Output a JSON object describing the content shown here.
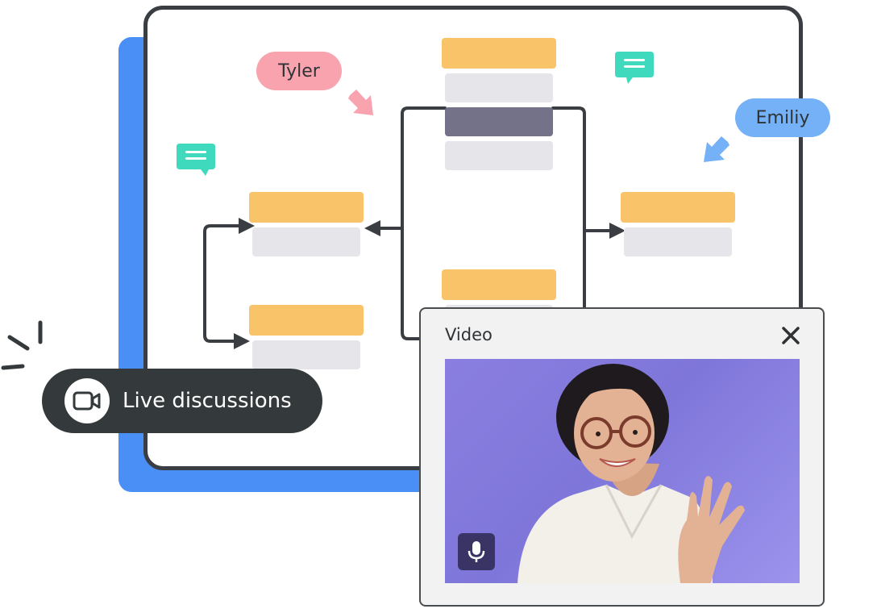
{
  "colors": {
    "blue": "#4a8ff5",
    "yellow": "#f9c369",
    "gray": "#e6e5ea",
    "dark_row": "#737289",
    "pink": "#f8a3ae",
    "light_blue": "#74b1f7",
    "teal": "#3fd9bd",
    "outline": "#3a3e42"
  },
  "board": {
    "cursors": [
      {
        "name": "Tyler"
      },
      {
        "name": "Emiliy"
      }
    ]
  },
  "badge": {
    "label": "Live discussions",
    "icon": "video-camera-icon"
  },
  "video_window": {
    "title": "Video",
    "close_icon": "close-icon",
    "mic_icon": "microphone-icon"
  }
}
